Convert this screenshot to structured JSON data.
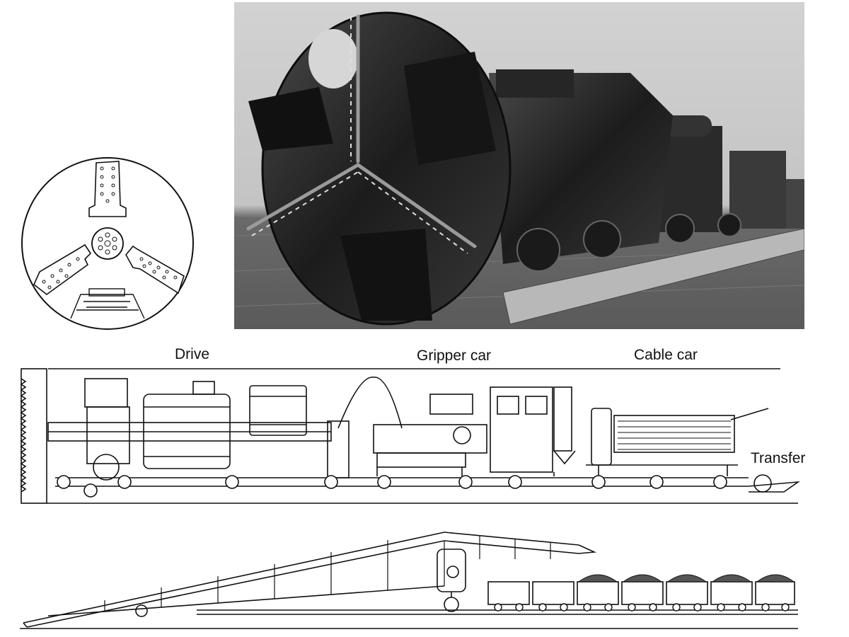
{
  "labels": {
    "drive": "Drive",
    "gripper_car": "Gripper car",
    "cable_car": "Cable car",
    "transfer": "Transfer"
  },
  "icons": {
    "cutterhead_front": "cutterhead-front-view",
    "machine_photo": "tunnel-boring-machine-photo",
    "side_elevation": "tbm-side-elevation",
    "conveyor": "conveyor-and-muck-cars"
  },
  "colors": {
    "line": "#111111",
    "photo_bg": "#c9c9c9",
    "photo_dark": "#1e1e1e"
  }
}
